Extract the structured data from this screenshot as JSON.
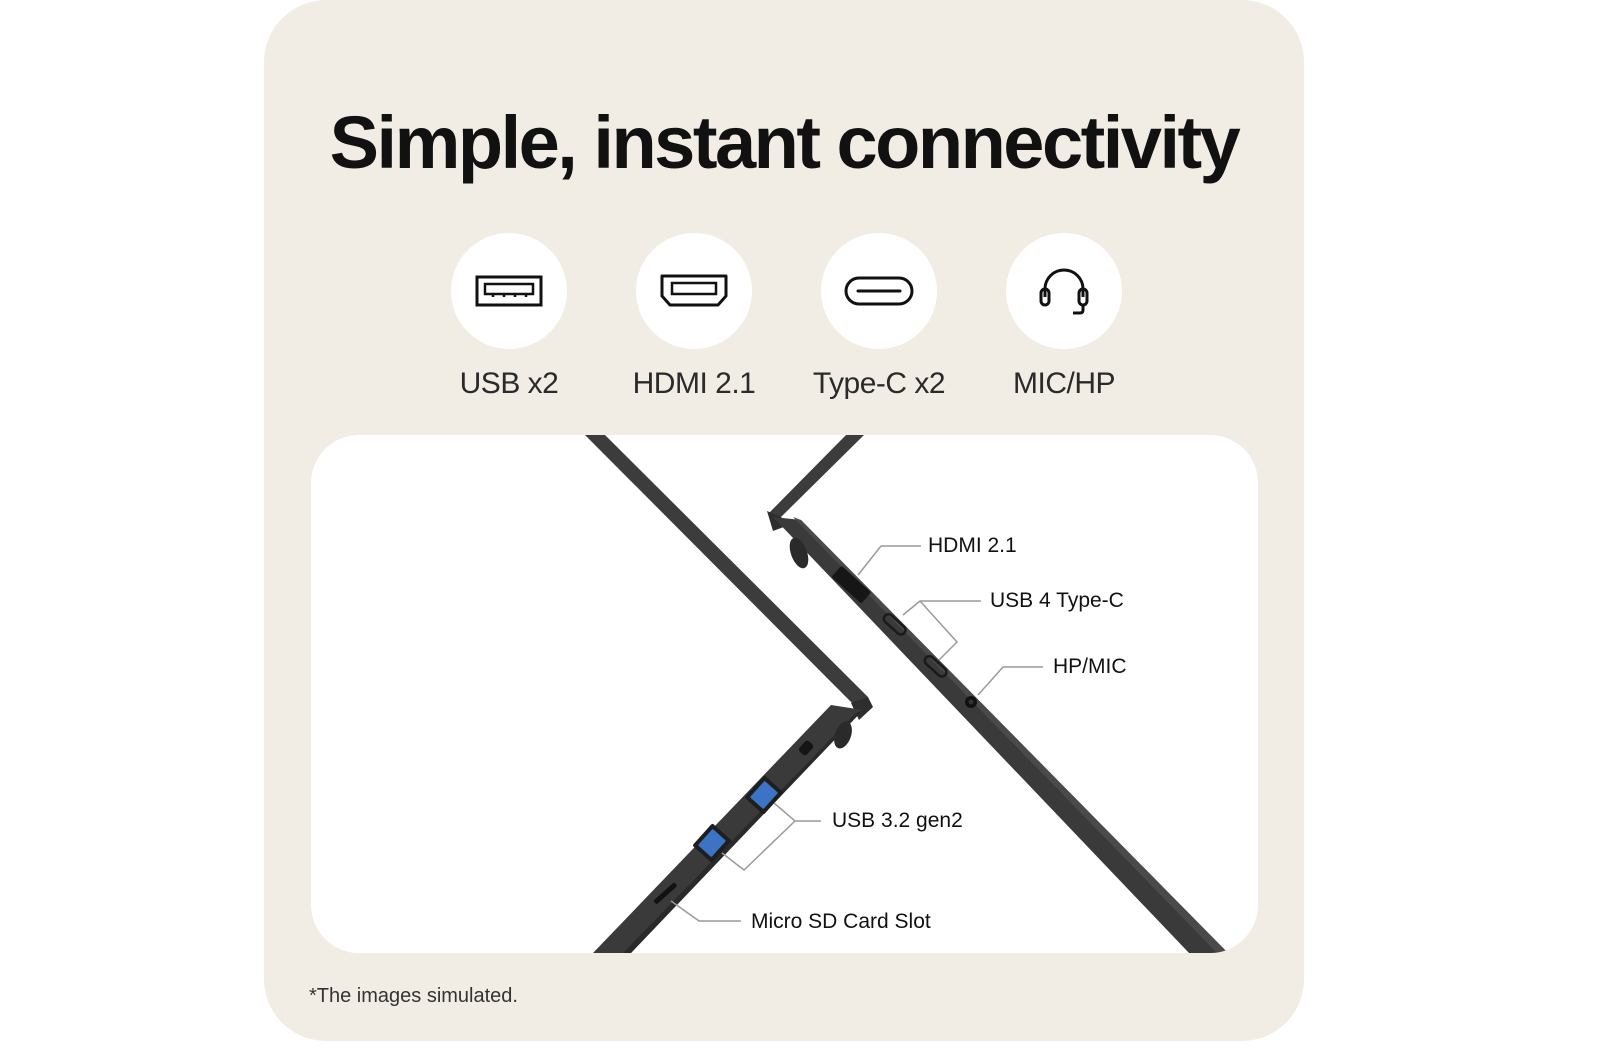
{
  "headline": "Simple, instant connectivity",
  "ports": [
    {
      "icon": "usb-a-icon",
      "label": "USB x2"
    },
    {
      "icon": "hdmi-icon",
      "label": "HDMI 2.1"
    },
    {
      "icon": "usb-c-icon",
      "label": "Type-C x2"
    },
    {
      "icon": "headset-icon",
      "label": "MIC/HP"
    }
  ],
  "callouts": {
    "hdmi": "HDMI 2.1",
    "usb4": "USB 4 Type-C",
    "hpmic": "HP/MIC",
    "usb32": "USB 3.2 gen2",
    "microsd": "Micro SD Card Slot"
  },
  "footnote": "*The images simulated.",
  "colors": {
    "card_background": "#f1ede4",
    "panel_background": "#ffffff",
    "laptop_body": "#3a3a3a",
    "usb_port_blue": "#3d73c4",
    "callout_line": "#9a9a9a"
  }
}
